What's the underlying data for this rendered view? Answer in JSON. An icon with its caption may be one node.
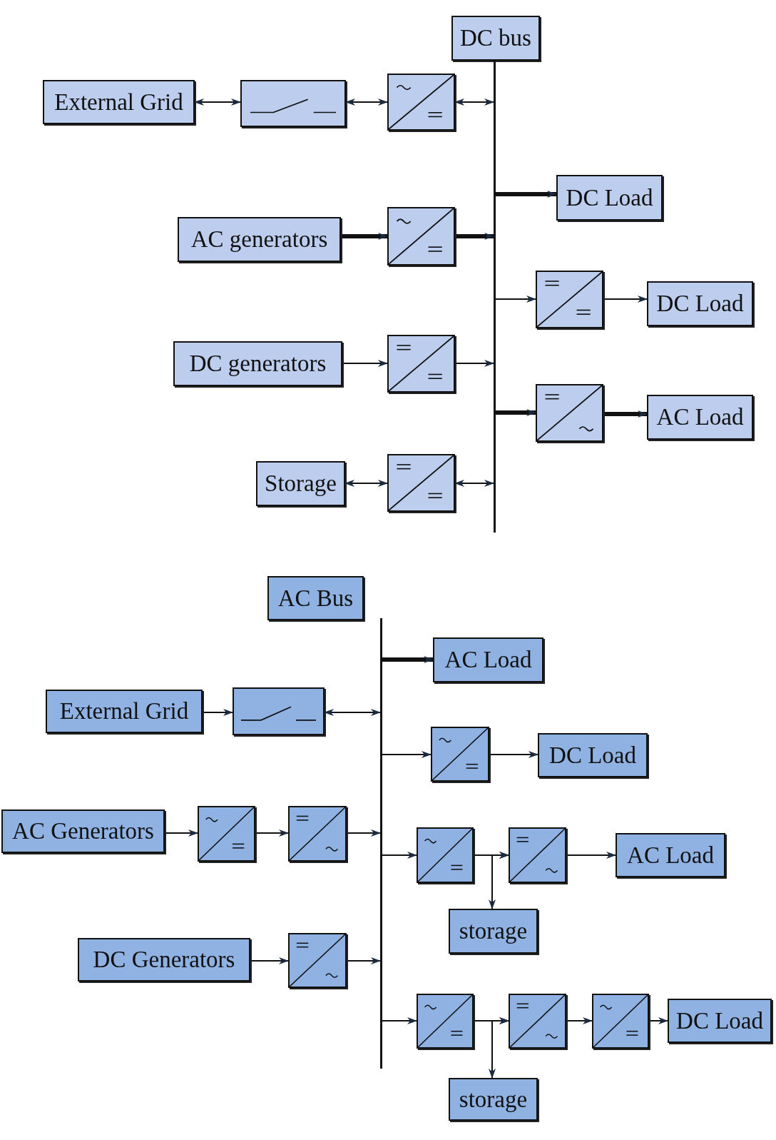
{
  "diagram": {
    "nodes": [
      {
        "text": [
          "DC bus"
        ]
      },
      {
        "text": [],
        "shape": "bar"
      },
      {
        "text": [
          "External Grid"
        ]
      },
      {
        "text": [],
        "shape": "box"
      },
      {
        "text": [],
        "shape": "box"
      },
      {
        "text": [
          "DC Load"
        ]
      },
      {
        "text": [
          "AC generators"
        ]
      },
      {
        "text": [],
        "shape": "box"
      },
      {
        "text": [],
        "shape": "box"
      },
      {
        "text": [
          "DC Load"
        ]
      },
      {
        "text": [
          "DC generators"
        ]
      },
      {
        "text": [],
        "shape": "box"
      },
      {
        "text": [],
        "shape": "box"
      },
      {
        "text": [
          "AC Load"
        ]
      },
      {
        "text": [
          "Storage"
        ]
      },
      {
        "text": [],
        "shape": "box"
      },
      {
        "text": [
          "AC Bus"
        ]
      },
      {
        "text": [],
        "shape": "bar"
      },
      {
        "text": [
          "AC Load"
        ]
      },
      {
        "text": [
          "External Grid"
        ]
      },
      {
        "text": [],
        "shape": "box"
      },
      {
        "text": [],
        "shape": "box"
      },
      {
        "text": [
          "DC Load"
        ]
      },
      {
        "text": [
          "AC Generators"
        ]
      },
      {
        "text": [],
        "shape": "box"
      },
      {
        "text": [],
        "shape": "box"
      },
      {
        "text": [],
        "shape": "box"
      },
      {
        "text": [],
        "shape": "box"
      },
      {
        "text": [
          "AC Load"
        ]
      },
      {
        "text": [
          "storage"
        ]
      },
      {
        "text": [
          "DC Generators"
        ]
      },
      {
        "text": [],
        "shape": "box"
      },
      {
        "text": [],
        "shape": "box"
      },
      {
        "text": [],
        "shape": "box"
      },
      {
        "text": [],
        "shape": "box"
      },
      {
        "text": [
          "DC Load"
        ]
      },
      {
        "text": [
          "storage"
        ]
      }
    ],
    "edges": [
      {
        "from": 2,
        "to": 3,
        "arrow": "both"
      },
      {
        "from": 3,
        "to": 4,
        "arrow": "both"
      },
      {
        "from": 4,
        "to": 1,
        "arrow": "both"
      },
      {
        "from": 1,
        "to": 5,
        "arrow": "to",
        "style": "thick"
      },
      {
        "from": 6,
        "to": 7,
        "arrow": "to",
        "style": "thick"
      },
      {
        "from": 7,
        "to": 1,
        "arrow": "to",
        "style": "thick"
      },
      {
        "from": 1,
        "to": 8,
        "arrow": "to"
      },
      {
        "from": 8,
        "to": 9,
        "arrow": "to"
      },
      {
        "from": 10,
        "to": 11,
        "arrow": "to"
      },
      {
        "from": 11,
        "to": 1,
        "arrow": "to"
      },
      {
        "from": 1,
        "to": 12,
        "arrow": "to",
        "style": "thick"
      },
      {
        "from": 12,
        "to": 13,
        "arrow": "to",
        "style": "thick"
      },
      {
        "from": 14,
        "to": 15,
        "arrow": "both"
      },
      {
        "from": 15,
        "to": 1,
        "arrow": "both"
      },
      {
        "from": 17,
        "to": 18,
        "arrow": "to",
        "style": "thick"
      },
      {
        "from": 19,
        "to": 20,
        "arrow": "to"
      },
      {
        "from": 20,
        "to": 17,
        "arrow": "both"
      },
      {
        "from": 17,
        "to": 21,
        "arrow": "to"
      },
      {
        "from": 21,
        "to": 22,
        "arrow": "to"
      },
      {
        "from": 23,
        "to": 24,
        "arrow": "to"
      },
      {
        "from": 24,
        "to": 25,
        "arrow": "to"
      },
      {
        "from": 25,
        "to": 17,
        "arrow": "to"
      },
      {
        "from": 17,
        "to": 26,
        "arrow": "to"
      },
      {
        "from": 26,
        "to": 27,
        "arrow": "to"
      },
      {
        "from": 27,
        "to": 28,
        "arrow": "to"
      },
      {
        "from": 29,
        "to": 27,
        "arrow": "both"
      },
      {
        "from": 30,
        "to": 31,
        "arrow": "to"
      },
      {
        "from": 31,
        "to": 17,
        "arrow": "to"
      },
      {
        "from": 17,
        "to": 32,
        "arrow": "to"
      },
      {
        "from": 32,
        "to": 33,
        "arrow": "to"
      },
      {
        "from": 33,
        "to": 34,
        "arrow": "to"
      },
      {
        "from": 34,
        "to": 35,
        "arrow": "to"
      },
      {
        "from": 36,
        "to": 33,
        "arrow": "both"
      }
    ]
  }
}
